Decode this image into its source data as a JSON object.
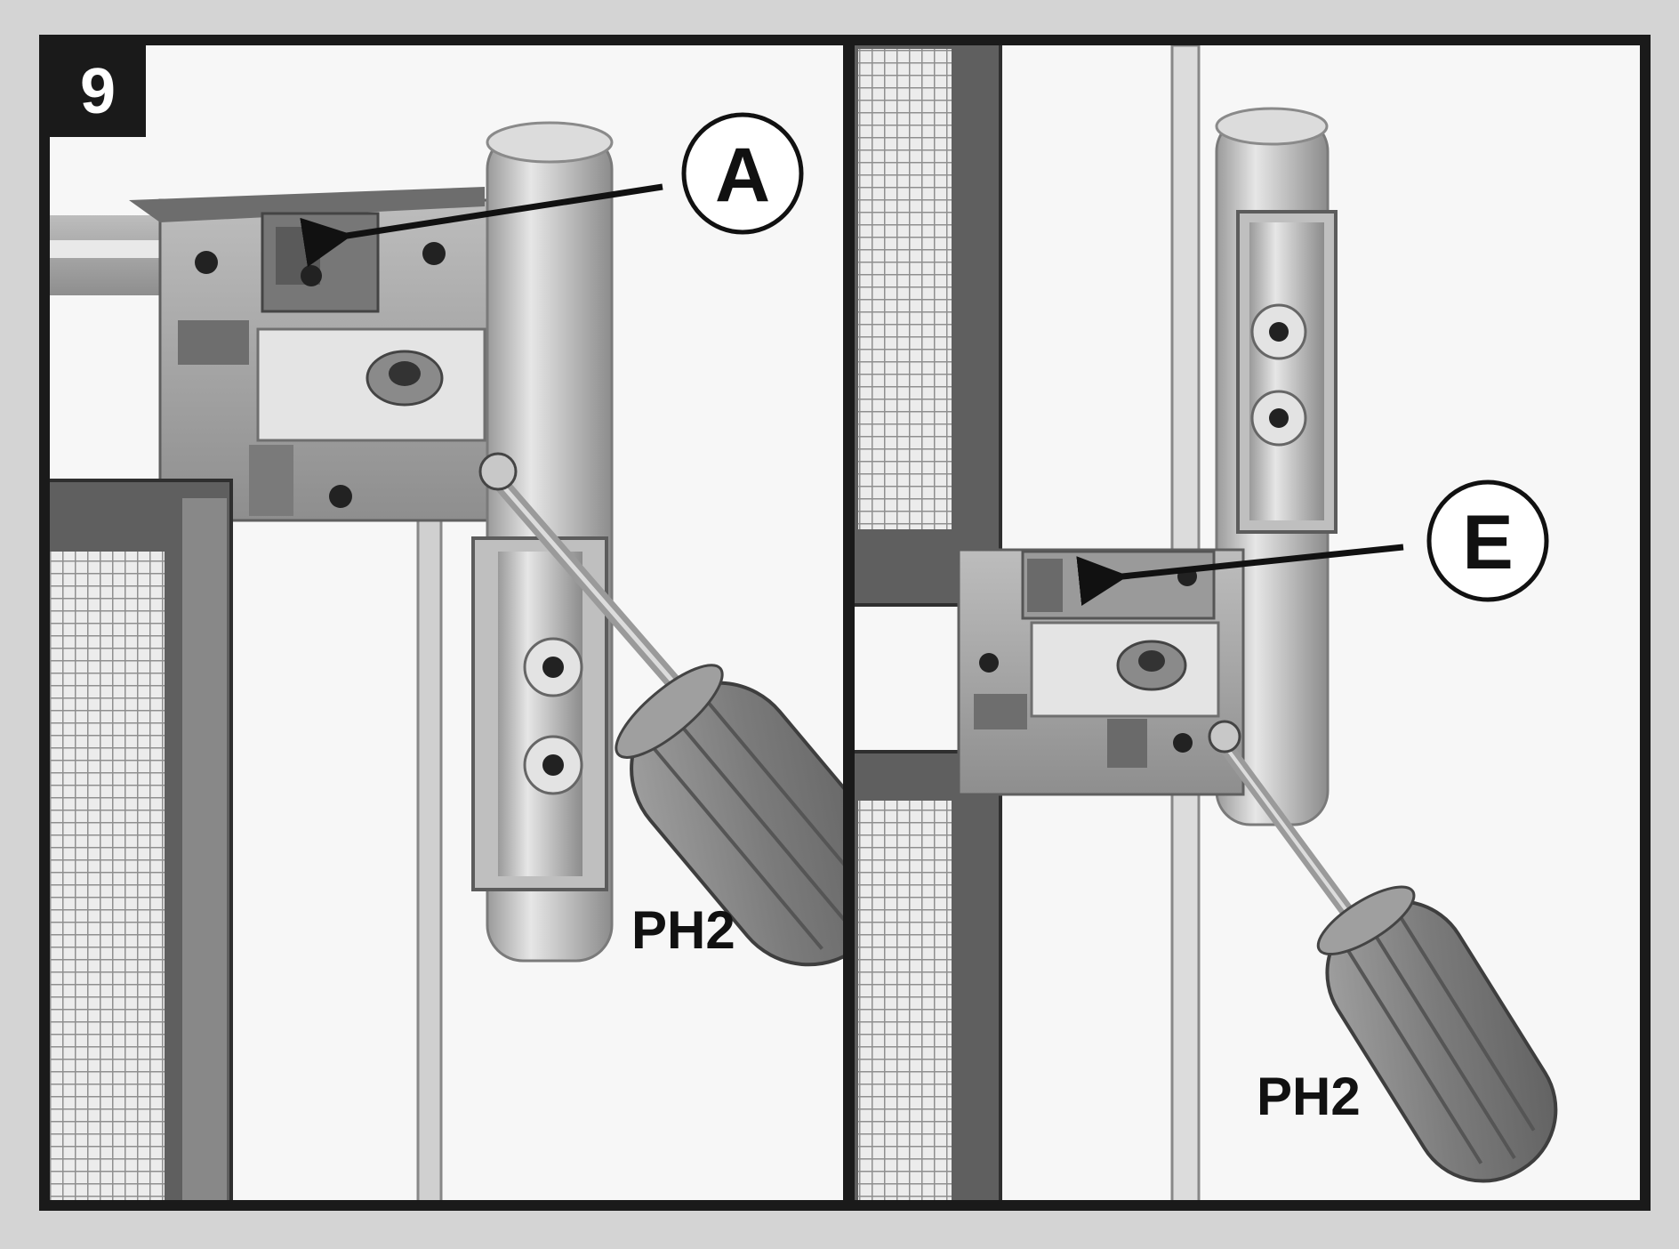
{
  "figure": {
    "step_number": "9",
    "left_panel": {
      "callout": "A",
      "tool_label": "PH2"
    },
    "right_panel": {
      "callout": "E",
      "tool_label": "PH2"
    }
  },
  "colors": {
    "page_background": "#d4d4d4",
    "frame": "#1a1a1a",
    "panel_background": "#ffffff",
    "metal_light": "#c9c9c9",
    "metal_dark": "#7a7a7a",
    "screwdriver_handle": "#8a8a8a"
  },
  "icons": [
    "screwdriver-icon",
    "arrow-icon",
    "mesh-panel"
  ]
}
